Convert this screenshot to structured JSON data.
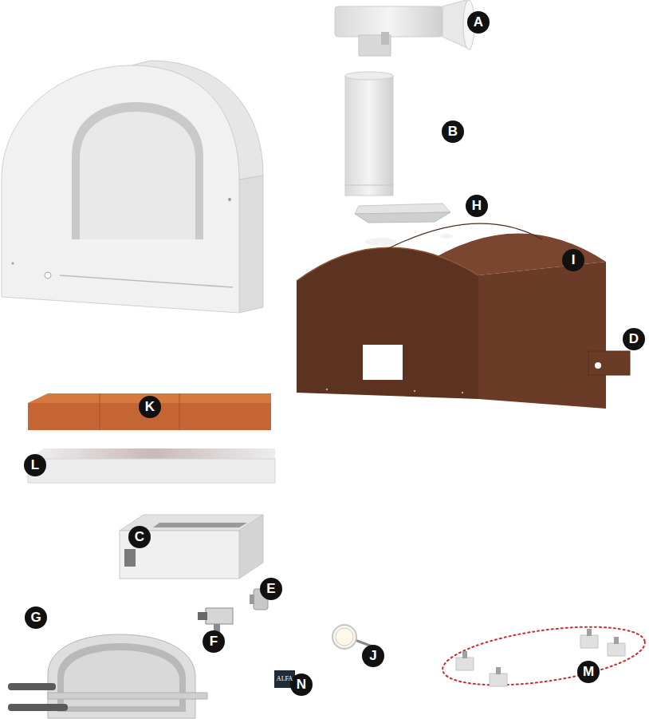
{
  "diagram": {
    "labels": [
      "A",
      "B",
      "H",
      "I",
      "D",
      "K",
      "L",
      "C",
      "E",
      "F",
      "G",
      "J",
      "M",
      "N",
      "ALFA"
    ]
  }
}
